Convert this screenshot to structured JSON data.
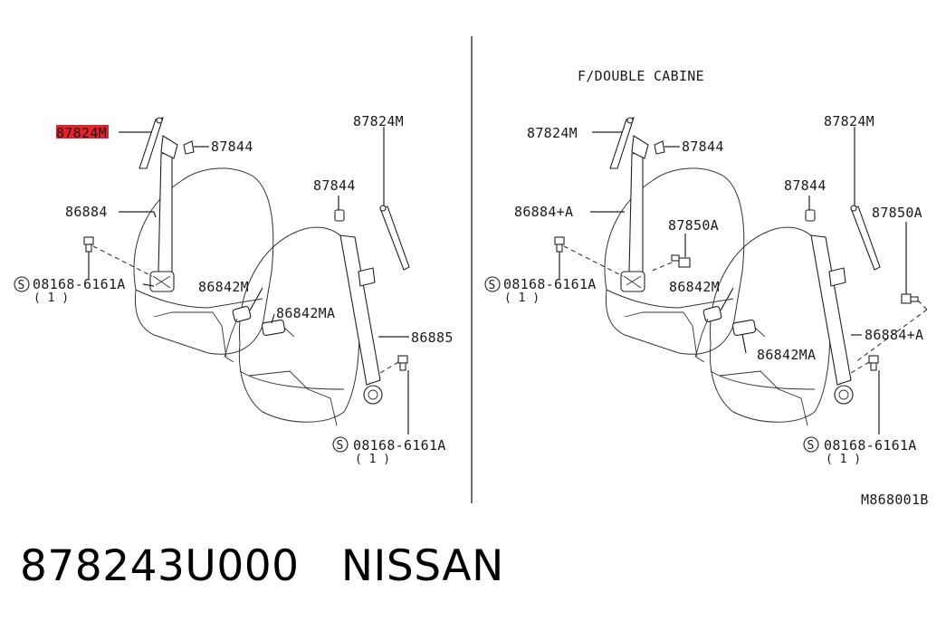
{
  "labels": {
    "left_87824M": "87824M",
    "left_87844_top": "87844",
    "left_86884": "86884",
    "left_bolt": "08168-6161A",
    "left_bolt_qty": "( 1 )",
    "left_86842M": "86842M",
    "left_86842MA": "86842MA",
    "left_87844_mid": "87844",
    "left_87824M_right": "87824M",
    "left_86885": "86885",
    "left_bolt2": "08168-6161A",
    "left_bolt2_qty": "( 1 )",
    "right_title": "F/DOUBLE CABINE",
    "right_87824M": "87824M",
    "right_87844_top": "87844",
    "right_86884A": "86884+A",
    "right_87850A": "87850A",
    "right_bolt": "08168-6161A",
    "right_bolt_qty": "( 1 )",
    "right_86842M": "86842M",
    "right_86842MA": "86842MA",
    "right_87844_mid": "87844",
    "right_87824M_right": "87824M",
    "right_87850A_right": "87850A",
    "right_86884A_right": "86884+A",
    "right_bolt2": "08168-6161A",
    "right_bolt2_qty": "( 1 )",
    "diagram_code": "M868001B"
  },
  "bolt_symbol": "S",
  "highlight_color": "#e8202a",
  "caption": {
    "part_number": "878243U000",
    "brand": "NISSAN"
  }
}
